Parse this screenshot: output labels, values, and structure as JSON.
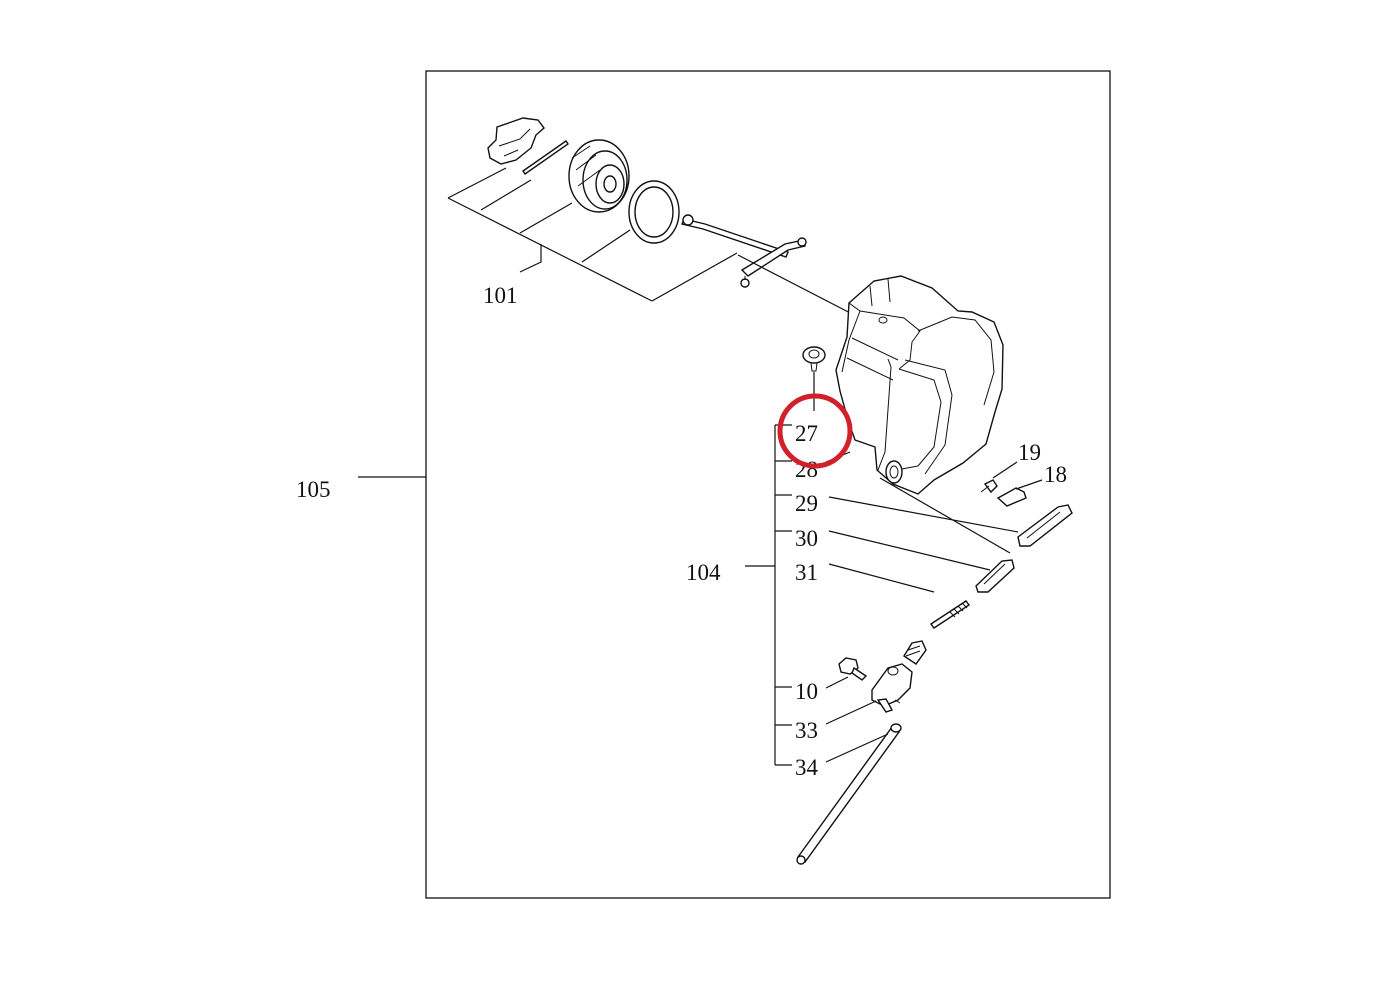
{
  "diagram": {
    "labels": {
      "l101": "101",
      "l105": "105",
      "l104": "104",
      "l27": "27",
      "l28": "28",
      "l29": "29",
      "l30": "30",
      "l31": "31",
      "l10": "10",
      "l33": "33",
      "l34": "34",
      "l19": "19",
      "l18": "18"
    },
    "highlight": {
      "target": "27",
      "color": "#d0202a"
    }
  }
}
